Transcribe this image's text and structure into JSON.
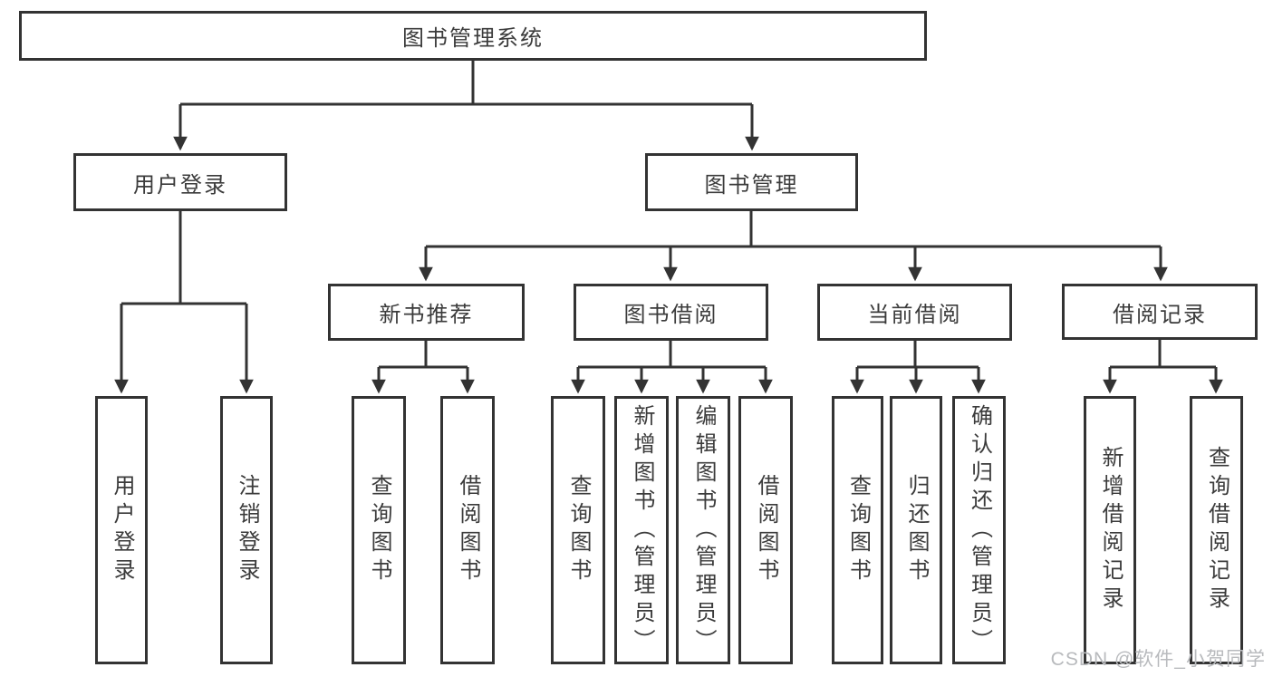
{
  "diagram": {
    "root": "图书管理系统",
    "level2": {
      "user_login": "用户登录",
      "book_management": "图书管理"
    },
    "level3": {
      "new_books": "新书推荐",
      "book_borrowing": "图书借阅",
      "current_borrowing": "当前借阅",
      "borrowing_records": "借阅记录"
    },
    "leaves": {
      "user_login": [
        "用户登录",
        "注销登录"
      ],
      "new_books": [
        "查询图书",
        "借阅图书"
      ],
      "book_borrowing": [
        "查询图书",
        "新增图书（管理员）",
        "编辑图书（管理员）",
        "借阅图书"
      ],
      "current_borrowing": [
        "查询图书",
        "归还图书",
        "确认归还（管理员）"
      ],
      "borrowing_records": [
        "新增借阅记录",
        "查询借阅记录"
      ]
    }
  },
  "watermark": "CSDN @软件_小贺同学",
  "colors": {
    "line": "#333333",
    "text": "#3b3b3b",
    "watermark": "#b8babd",
    "background": "#ffffff"
  }
}
